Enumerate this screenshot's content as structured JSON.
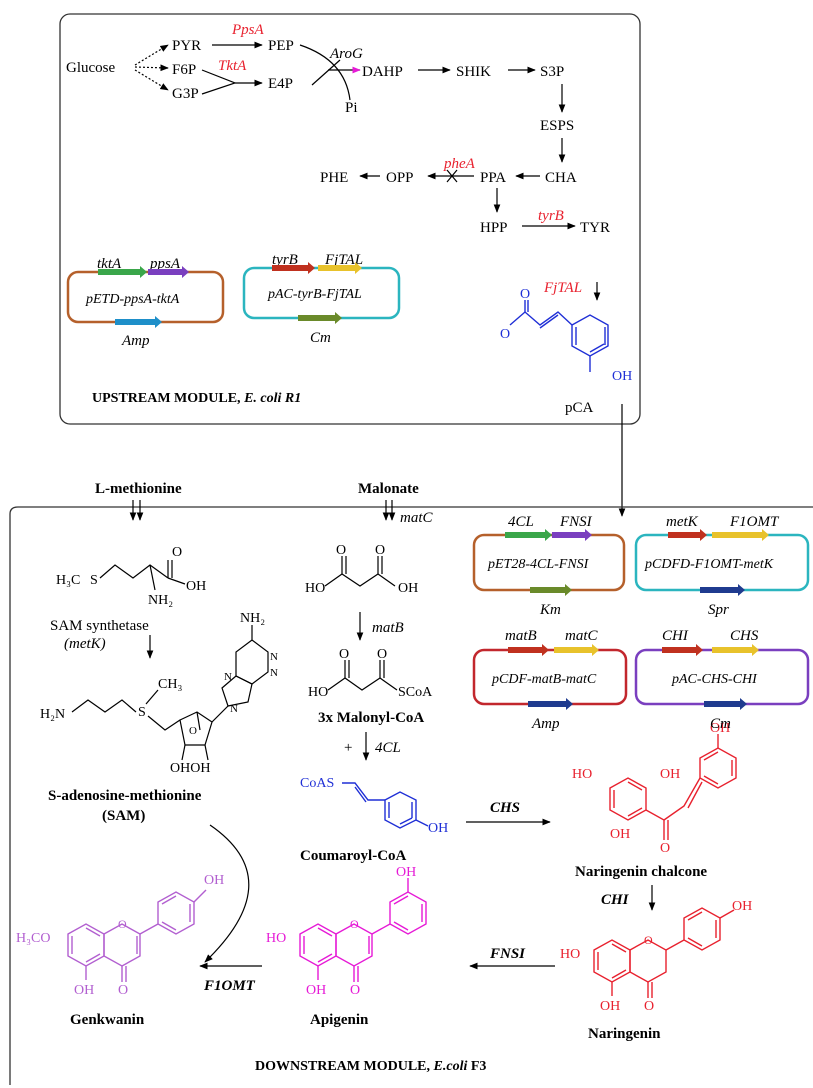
{
  "upstream": {
    "metabolites": {
      "glucose": "Glucose",
      "pyr": "PYR",
      "f6p": "F6P",
      "g3p": "G3P",
      "pep": "PEP",
      "e4p": "E4P",
      "pi": "Pi",
      "dahp": "DAHP",
      "shik": "SHIK",
      "s3p": "S3P",
      "esps": "ESPS",
      "cha": "CHA",
      "ppa": "PPA",
      "opp": "OPP",
      "phe": "PHE",
      "hpp": "HPP",
      "tyr": "TYR",
      "pca": "pCA",
      "o": "O",
      "oh": "OH"
    },
    "enzymes": {
      "ppsA": "PpsA",
      "tktA": "TktA",
      "aroG": "AroG",
      "pheA": "pheA",
      "tyrB": "tyrB",
      "fjtal": "FjTAL"
    },
    "plasmid1": {
      "genes": [
        "tktA",
        "ppsA"
      ],
      "name": "pETD-ppsA-tktA",
      "marker": "Amp"
    },
    "plasmid2": {
      "genes": [
        "tyrB",
        "FjTAL"
      ],
      "name": "pAC-tyrB-FjTAL",
      "marker": "Cm"
    },
    "title_prefix": "UPSTREAM MODULE, ",
    "title_species": "E. coli R1"
  },
  "downstream": {
    "feeds": {
      "lmet": "L-methionine",
      "malonate": "Malonate"
    },
    "enzymes": {
      "matC": "matC",
      "matB": "matB",
      "c4cl": "4CL",
      "chs": "CHS",
      "chi": "CHI",
      "fnsi": "FNSI",
      "f1omt": "F1OMT",
      "sam_synth": "SAM synthetase",
      "metk": "(metK)"
    },
    "compounds": {
      "sam_name_1": "S-adenosine-methionine",
      "sam_name_2": "(SAM)",
      "malonyl": "3x Malonyl-CoA",
      "coumaroyl": "Coumaroyl-CoA",
      "chalcone": "Naringenin chalcone",
      "naringenin": "Naringenin",
      "apigenin": "Apigenin",
      "genkwanin": "Genkwanin",
      "plus": "+"
    },
    "atoms": {
      "h3c_s": "H₃C",
      "s": "S",
      "oh": "OH",
      "nh2": "NH₂",
      "ho": "HO",
      "o": "O",
      "scoa": "SCoA",
      "h2n": "H₂N",
      "ch3": "CH₃",
      "n": "N",
      "oh_oh": "OHOH",
      "coas": "CoAS",
      "h3co": "H₃CO"
    },
    "plasmids": [
      {
        "genes": [
          "4CL",
          "FNSI"
        ],
        "name": "pET28-4CL-FNSI",
        "marker": "Km",
        "color": "#b5602b"
      },
      {
        "genes": [
          "metK",
          "F1OMT"
        ],
        "name": "pCDFD-F1OMT-metK",
        "marker": "Spr",
        "color": "#2bb5bf"
      },
      {
        "genes": [
          "matB",
          "matC"
        ],
        "name": "pCDF-matB-matC",
        "marker": "Amp",
        "color": "#c2272d"
      },
      {
        "genes": [
          "CHI",
          "CHS"
        ],
        "name": "pAC-CHS-CHI",
        "marker": "Cm",
        "color": "#7a3fbf"
      }
    ],
    "title_prefix": "DOWNSTREAM MODULE, ",
    "title_species": "E.coli",
    "title_suffix": " F3"
  },
  "colors": {
    "enzyme_red": "#e8212e",
    "pca_blue": "#1f2fd6",
    "naringenin_red": "#e8212e",
    "apigenin_magenta": "#e61ad6",
    "genkwanin_purple": "#b25fd0",
    "plasmid1": "#b5602b",
    "plasmid2": "#2bb5bf",
    "gene_green": "#3aa64a",
    "gene_purple": "#7a3fbf",
    "gene_red": "#c0311f",
    "gene_yellow": "#e8c22b",
    "gene_blue": "#1e8fc9",
    "gene_olive": "#6a8a2a",
    "gene_navy": "#1f3b8f"
  }
}
